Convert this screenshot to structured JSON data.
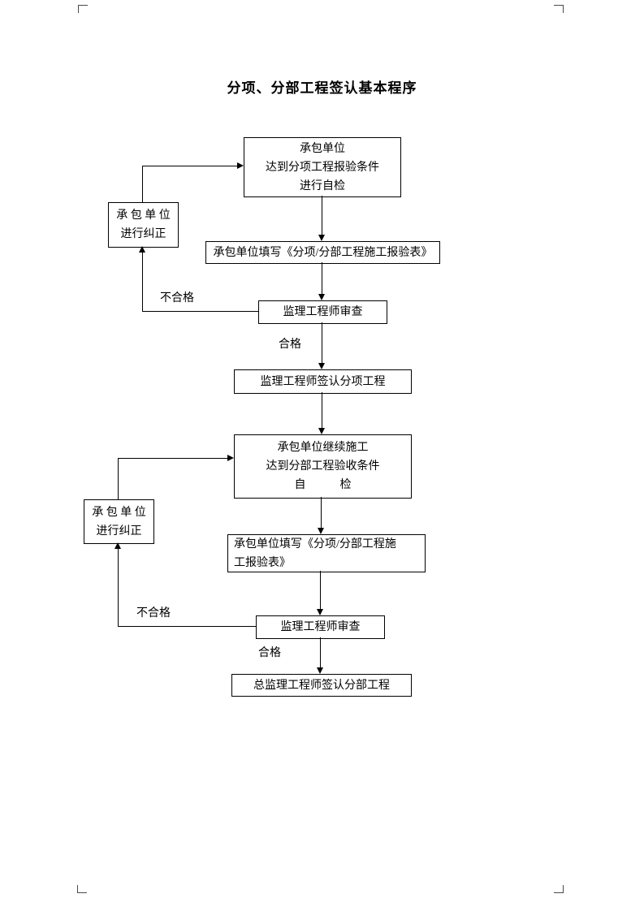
{
  "document": {
    "title": "分项、分部工程签认基本程序"
  },
  "flowchart": {
    "nodes": {
      "self_check_subitem": {
        "lines": [
          "承包单位",
          "达到分项工程报验条件",
          "进行自检"
        ]
      },
      "rectify_1": {
        "lines": [
          "承 包 单 位",
          "进行纠正"
        ]
      },
      "fill_form_1": {
        "lines": [
          "承包单位填写《分项/分部工程施工报验表》"
        ]
      },
      "review_1": {
        "lines": [
          "监理工程师审查"
        ]
      },
      "sign_subitem": {
        "lines": [
          "监理工程师签认分项工程"
        ]
      },
      "continue_check": {
        "lines": [
          "承包单位继续施工",
          "达到分部工程验收条件",
          "自　　　检"
        ]
      },
      "rectify_2": {
        "lines": [
          "承 包 单 位",
          "进行纠正"
        ]
      },
      "fill_form_2": {
        "lines": [
          "承包单位填写《分项/分部工程施",
          "工报验表》"
        ]
      },
      "review_2": {
        "lines": [
          "监理工程师审查"
        ]
      },
      "sign_subdivision": {
        "lines": [
          "总监理工程师签认分部工程"
        ]
      }
    },
    "labels": {
      "fail_1": "不合格",
      "pass_1": "合格",
      "fail_2": "不合格",
      "pass_2": "合格"
    }
  },
  "colors": {
    "line": "#000000",
    "text": "#000000",
    "background": "#ffffff"
  }
}
